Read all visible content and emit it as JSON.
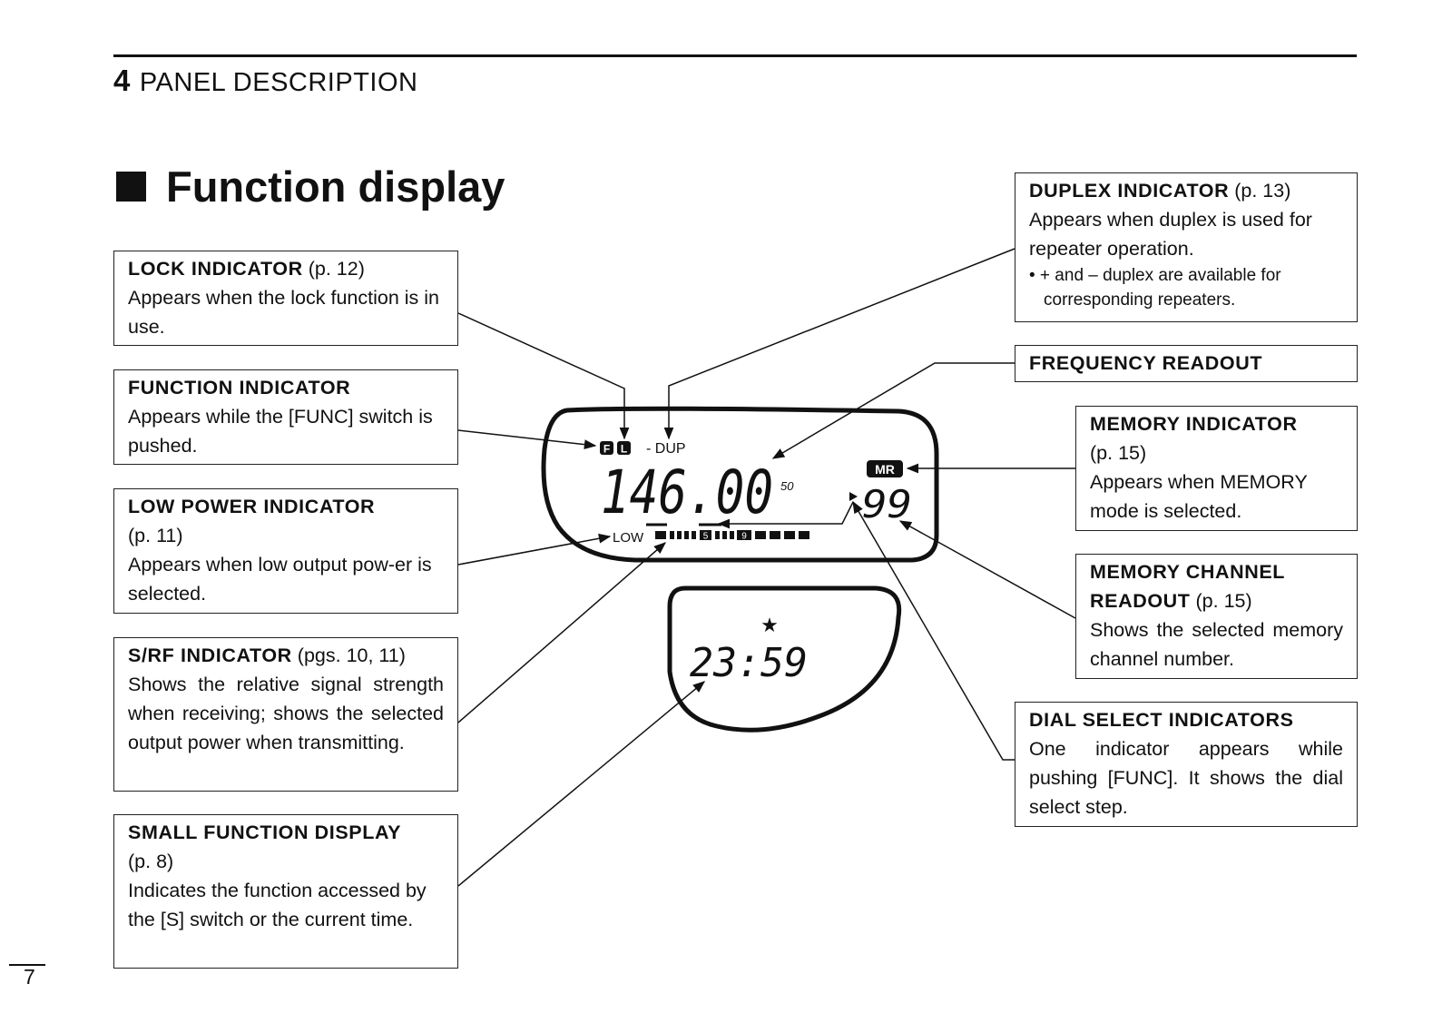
{
  "header": {
    "chapter_number": "4",
    "chapter_title": "PANEL DESCRIPTION"
  },
  "section": {
    "title": "Function display"
  },
  "page_number": "7",
  "display": {
    "frequency": "146.00",
    "frequency_small": "50",
    "dup_label": "- DUP",
    "func_icon": "F",
    "lock_icon": "L",
    "low_label": "LOW",
    "mr_label": "MR",
    "memory_channel": "99",
    "clock": "23:59",
    "star": "★",
    "meter_label_a": "5",
    "meter_label_b": "9"
  },
  "callouts": {
    "lock": {
      "title": "LOCK INDICATOR",
      "ref": "(p. 12)",
      "text": "Appears when the lock function is in use."
    },
    "function": {
      "title": "FUNCTION INDICATOR",
      "text": "Appears while the [FUNC] switch is pushed."
    },
    "low_power": {
      "title": "LOW POWER INDICATOR",
      "ref": "(p. 11)",
      "text": "Appears when low output pow-er is selected."
    },
    "srf": {
      "title": "S/RF INDICATOR",
      "ref": "(pgs. 10, 11)",
      "text": "Shows the relative signal strength when receiving; shows the selected output power when transmitting."
    },
    "small_display": {
      "title": "SMALL FUNCTION DISPLAY",
      "ref": "(p. 8)",
      "text": "Indicates the function accessed by the [S] switch or the current time."
    },
    "duplex": {
      "title": "DUPLEX INDICATOR",
      "ref": "(p. 13)",
      "text": "Appears when duplex is used for repeater operation.",
      "bullet": "• + and – duplex are available for corresponding repeaters."
    },
    "frequency": {
      "title": "FREQUENCY READOUT"
    },
    "memory": {
      "title": "MEMORY INDICATOR",
      "ref": "(p. 15)",
      "text": "Appears when MEMORY mode is selected."
    },
    "memory_channel": {
      "title_a": "MEMORY CHANNEL",
      "title_b": "READOUT",
      "ref": "(p. 15)",
      "text": "Shows the selected memory channel number."
    },
    "dial_select": {
      "title": "DIAL SELECT INDICATORS",
      "text": "One indicator appears while pushing [FUNC]. It shows the dial select step."
    }
  }
}
